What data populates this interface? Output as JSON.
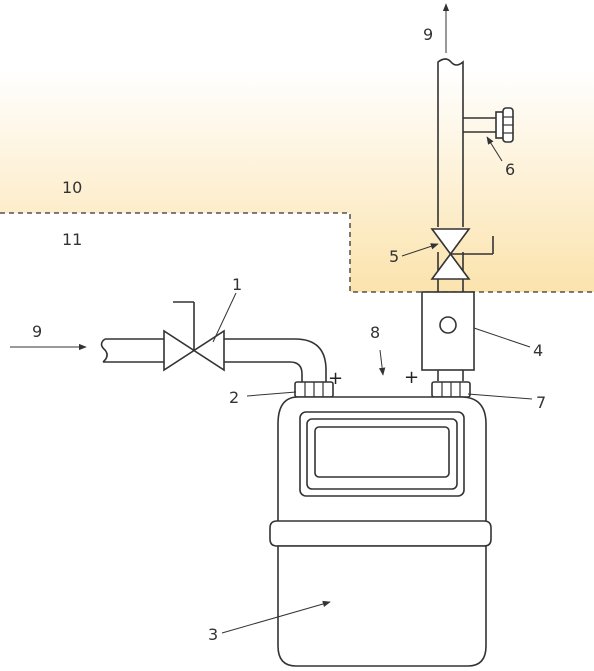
{
  "labels": {
    "valve_inlet": "1",
    "connector_left": "2",
    "meter": "3",
    "box": "4",
    "valve_upper": "5",
    "plug": "6",
    "connector_right": "7",
    "gap": "8",
    "flow_top": "9",
    "flow_left": "9",
    "zone_upper": "10",
    "zone_lower": "11"
  },
  "plus_signs": {
    "left": "+",
    "right": "+"
  },
  "colors": {
    "zone_fill": "#fbe3ad",
    "zone_fade": "#ffffff",
    "line": "#333333"
  }
}
